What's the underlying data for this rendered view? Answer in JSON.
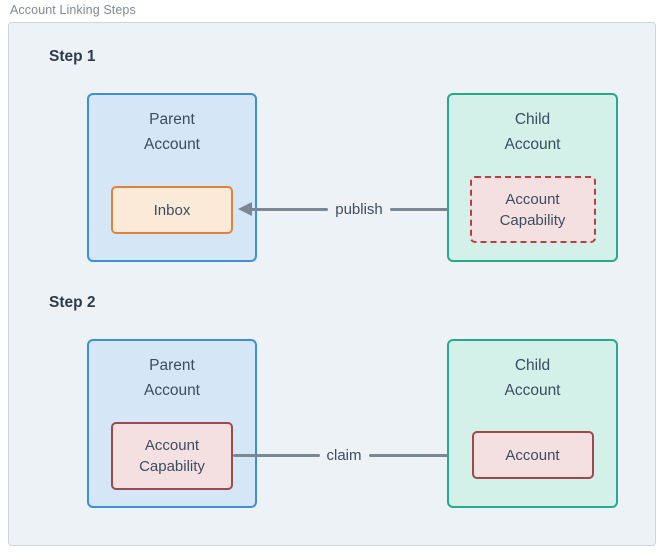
{
  "header": {
    "title": "Account Linking Steps"
  },
  "colors": {
    "canvas_bg": "#edf2f6",
    "canvas_border": "#cbd5de",
    "parent_fill": "#d5e6f7",
    "parent_border": "#3e8ed8",
    "child_fill": "#d3f0e9",
    "child_border": "#27a98b",
    "inbox_fill": "#fcead9",
    "inbox_border": "#e0823c",
    "capability_fill": "#f5e0e1",
    "capability_border_dashed": "#b04240",
    "capability_border_solid": "#9d4a4c",
    "arrow": "#7b8795",
    "box_text": "#3b4d61",
    "heading_text": "#2b3b4e",
    "figure_label_text": "#7e8a94"
  },
  "steps": [
    {
      "label": "Step 1",
      "parent": {
        "name_line1": "Parent",
        "name_line2": "Account",
        "inner_label": "Inbox"
      },
      "child": {
        "name_line1": "Child",
        "name_line2": "Account",
        "inner_line1": "Account",
        "inner_line2": "Capability"
      },
      "arrow_label": "publish",
      "arrow_direction": "left"
    },
    {
      "label": "Step 2",
      "parent": {
        "name_line1": "Parent",
        "name_line2": "Account",
        "inner_line1": "Account",
        "inner_line2": "Capability"
      },
      "child": {
        "name_line1": "Child",
        "name_line2": "Account",
        "inner_label": "Account"
      },
      "arrow_label": "claim",
      "arrow_direction": "right"
    }
  ]
}
